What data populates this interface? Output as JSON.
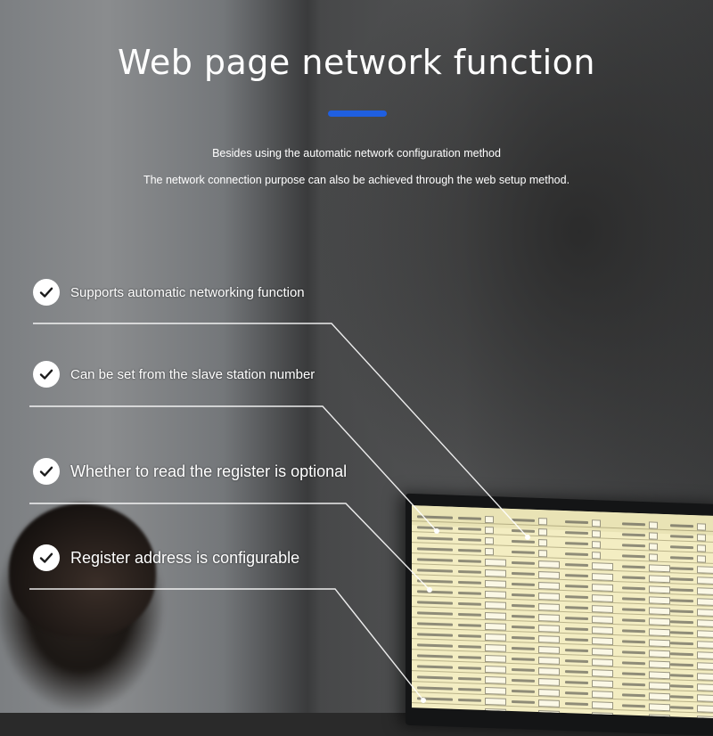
{
  "header": {
    "title": "Web page network function",
    "subtitle_line1": "Besides using the automatic network configuration method",
    "subtitle_line2": "The network connection purpose can also be achieved through the web setup method.",
    "accent_color": "#1f5fe0"
  },
  "features": [
    {
      "icon": "check-icon",
      "label": "Supports automatic networking function"
    },
    {
      "icon": "check-icon",
      "label": "Can be set from the slave station number"
    },
    {
      "icon": "check-icon",
      "label": "Whether to read the register is optional"
    },
    {
      "icon": "check-icon",
      "label": "Register address is configurable"
    }
  ],
  "colors": {
    "text": "#ffffff",
    "check_bg": "#ffffff",
    "check_mark": "#1b1b1b",
    "screen_bg": "#f3edc2"
  }
}
